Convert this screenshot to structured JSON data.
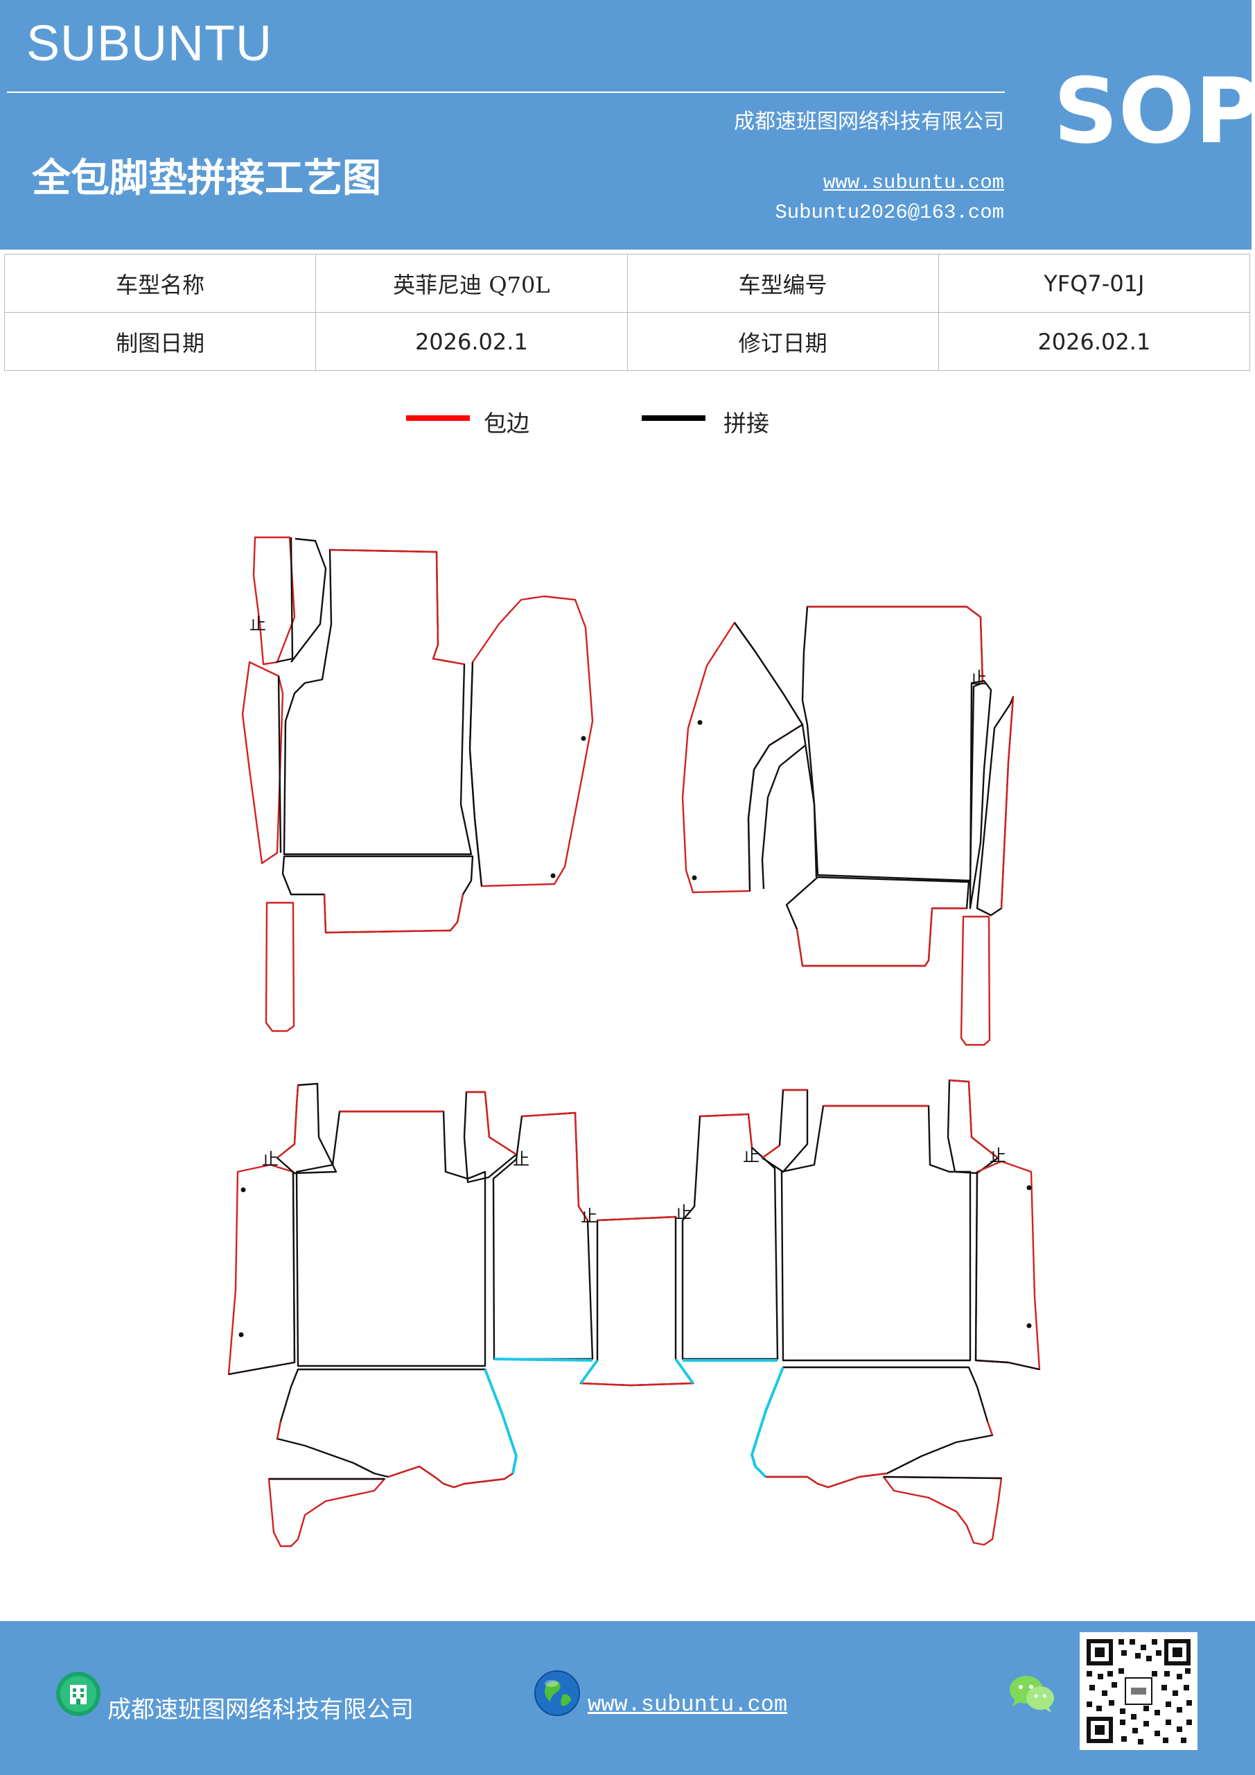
{
  "header": {
    "brand": "SUBUNTU",
    "company": "成都速班图网络科技有限公司",
    "title": "全包脚垫拼接工艺图",
    "website": "www.subuntu.com",
    "email": "Subuntu2026@163.com",
    "badge": "SOP"
  },
  "info_table": {
    "rows": [
      {
        "label1": "车型名称",
        "value1": "英菲尼迪 Q70L",
        "label2": "车型编号",
        "value2": "YFQ7-01J"
      },
      {
        "label1": "制图日期",
        "value1": "2026.02.1",
        "label2": "修订日期",
        "value2": "2026.02.1"
      }
    ]
  },
  "legend": {
    "items": [
      {
        "label": "包边",
        "color": "#ff0000"
      },
      {
        "label": "拼接",
        "color": "#000000"
      }
    ]
  },
  "diagram": {
    "stop_mark": "止",
    "colors": {
      "edging": "#d42020",
      "seam": "#111111",
      "highlight": "#1ec8e6"
    }
  },
  "footer": {
    "company": "成都速班图网络科技有限公司",
    "website": "www.subuntu.com",
    "building_icon": "building-icon",
    "globe_icon": "globe-icon",
    "wechat_icon": "wechat-icon",
    "qr_icon": "qr-code"
  }
}
